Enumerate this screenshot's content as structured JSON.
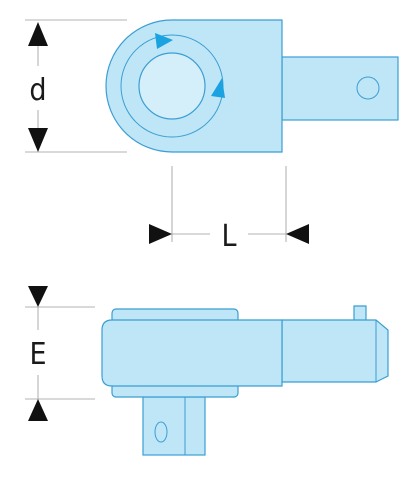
{
  "dimensions": {
    "d": {
      "label": "d"
    },
    "L": {
      "label": "L"
    },
    "E": {
      "label": "E"
    }
  },
  "colors": {
    "part_fill": "#bfe6f7",
    "part_outline": "#3b9ed3",
    "rotation_arrow": "#1aa3e0",
    "dimension_arrow": "#111111",
    "extension_line": "#9a9a9a"
  },
  "icons": {
    "top_view": "ratchet-head-top-view",
    "side_view": "ratchet-head-side-view",
    "rotation": "rotation-arrow-icon"
  }
}
